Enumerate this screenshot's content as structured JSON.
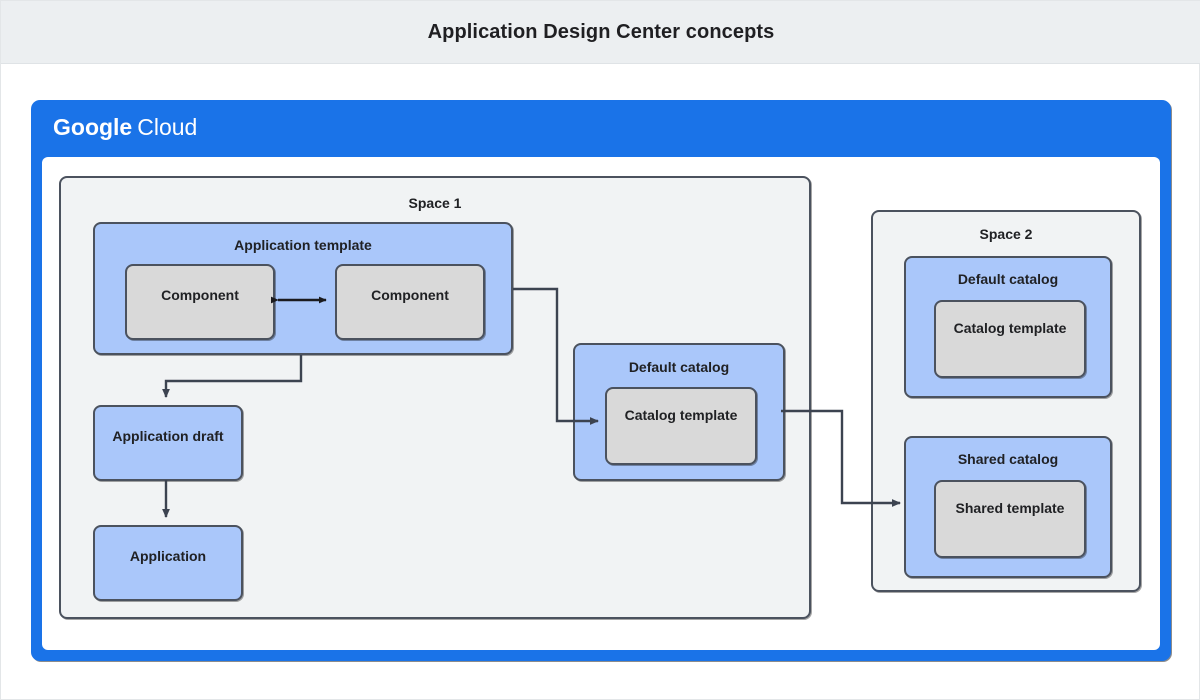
{
  "header": {
    "title": "Application Design Center concepts"
  },
  "cloud_frame": {
    "brand_primary": "Google",
    "brand_secondary": "Cloud",
    "brand_color": "#1a73e8"
  },
  "colors": {
    "blue_fill": "#aac7fa",
    "gray_fill": "#d9d9d9",
    "space_fill": "#f1f3f4",
    "stroke": "#4b525e",
    "titlebar_bg": "#eceff1"
  },
  "space1": {
    "label": "Space 1",
    "application_template": {
      "label": "Application template",
      "components": [
        {
          "label": "Component"
        },
        {
          "label": "Component"
        }
      ]
    },
    "application_draft": {
      "label": "Application draft"
    },
    "application": {
      "label": "Application"
    },
    "default_catalog": {
      "label": "Default catalog",
      "template": {
        "label": "Catalog template"
      }
    }
  },
  "space2": {
    "label": "Space 2",
    "default_catalog": {
      "label": "Default catalog",
      "template": {
        "label": "Catalog template"
      }
    },
    "shared_catalog": {
      "label": "Shared catalog",
      "template": {
        "label": "Shared template"
      }
    }
  },
  "connectors": [
    {
      "name": "component-to-component",
      "style": "double-arrow"
    },
    {
      "name": "application-template-to-application-draft",
      "style": "arrow"
    },
    {
      "name": "application-draft-to-application",
      "style": "arrow"
    },
    {
      "name": "application-template-to-default-catalog-template",
      "style": "arrow"
    },
    {
      "name": "default-catalog-to-shared-catalog",
      "style": "arrow"
    }
  ]
}
